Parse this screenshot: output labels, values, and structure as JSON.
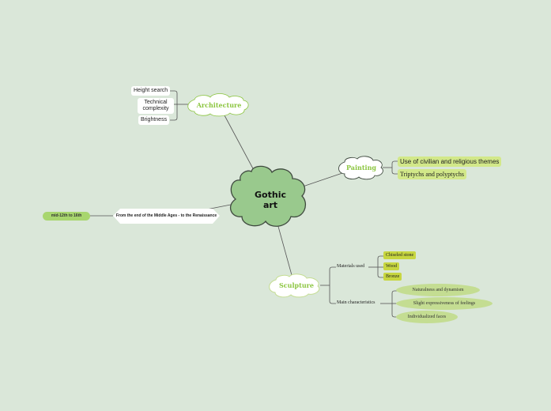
{
  "title": "Gothic art",
  "colors": {
    "background": "#dae7d9",
    "central_fill": "#99c98d",
    "branch_label": "#8bc53f",
    "yellow_green": "#c7d640",
    "light_green": "#d2e889",
    "pill_green": "#a8d66e",
    "oval_green": "#c4dd92"
  },
  "central": {
    "label": "Gothic art"
  },
  "branches": {
    "architecture": {
      "label": "Architecture",
      "children": [
        "Height search",
        "Technical complexity",
        "Brightness"
      ]
    },
    "painting": {
      "label": "Painting",
      "children": [
        "Use of civilian and religious themes",
        "Triptychs and polyptychs"
      ]
    },
    "period": {
      "label": "From the end of the Middle Ages - to the Renaissance",
      "child": "mid-12th to 16th"
    },
    "sculpture": {
      "label": "Sculpture",
      "materials": {
        "label": "Materials used",
        "items": [
          "Chiseled stone",
          "Wood",
          "Bronze"
        ]
      },
      "characteristics": {
        "label": "Main characteristics",
        "items": [
          "Naturalness and dynamism",
          "Slight expressiveness of feelings",
          "Individualized faces"
        ]
      }
    }
  }
}
